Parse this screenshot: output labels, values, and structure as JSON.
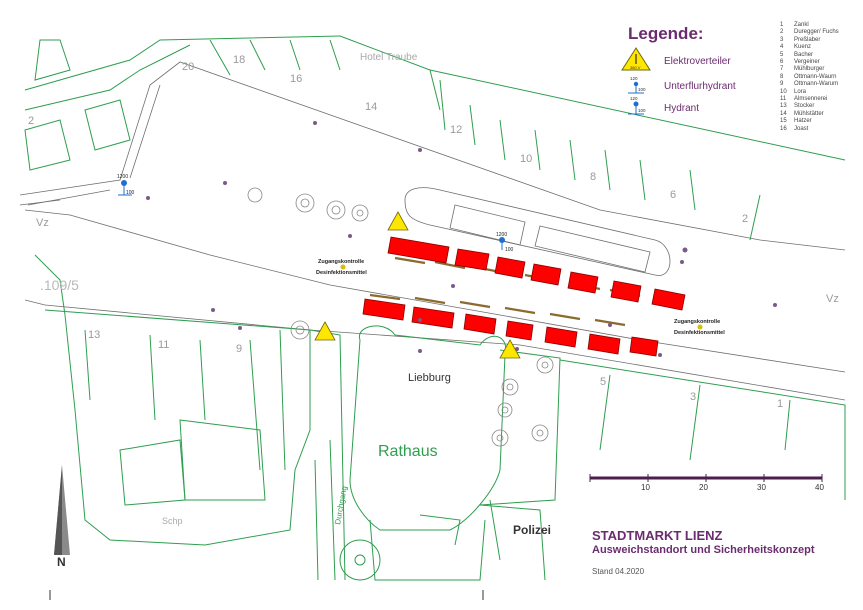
{
  "legend": {
    "title": "Legende:",
    "items": [
      {
        "label": "Elektroverteiler",
        "icon": "electric-distributor-icon",
        "symbol_text": "380 V"
      },
      {
        "label": "Unterflurhydrant",
        "icon": "underground-hydrant-icon",
        "top": "120",
        "bottom": "100"
      },
      {
        "label": "Hydrant",
        "icon": "hydrant-icon",
        "top": "120",
        "bottom": "100"
      }
    ]
  },
  "vendors": [
    {
      "num": "1",
      "name": "Zankl"
    },
    {
      "num": "2",
      "name": "Duregger/ Fuchs"
    },
    {
      "num": "3",
      "name": "Preßlaber"
    },
    {
      "num": "4",
      "name": "Kuenz"
    },
    {
      "num": "5",
      "name": "Bacher"
    },
    {
      "num": "6",
      "name": "Vergeiner"
    },
    {
      "num": "7",
      "name": "Mühlburger"
    },
    {
      "num": "8",
      "name": "Ottmann-Waurn"
    },
    {
      "num": "9",
      "name": "Ottmann-Warum"
    },
    {
      "num": "10",
      "name": "Lora"
    },
    {
      "num": "11",
      "name": "Almsennerei"
    },
    {
      "num": "13",
      "name": "Stocker"
    },
    {
      "num": "14",
      "name": "Mühlstätter"
    },
    {
      "num": "15",
      "name": "Hatzer"
    },
    {
      "num": "16",
      "name": "Joast"
    }
  ],
  "map": {
    "hotel": "Hotel Traube",
    "liebburg": "Liebburg",
    "rathaus": "Rathaus",
    "polizei": "Polizei",
    "durchgang": "Durchgang",
    "plot_label": ".109/5",
    "access_control": "Zugangskontrolle",
    "disinfectant": "Desinfektionsmittel",
    "hydrant_value": "1200",
    "hydrant_sub": "100",
    "plot_numbers": [
      "20",
      "18",
      "16",
      "14",
      "12",
      "10",
      "8",
      "6",
      "2",
      "13",
      "11",
      "9",
      "5",
      "3",
      "1",
      "2",
      "Vz",
      "Vz"
    ],
    "north": "N",
    "schp": "Schp"
  },
  "scale": {
    "ticks": [
      "10",
      "20",
      "30",
      "40"
    ]
  },
  "title": {
    "main": "STADTMARKT LIENZ",
    "sub": "Ausweichstandort und Sicherheitskonzept",
    "date": "Stand 04.2020"
  },
  "colors": {
    "stall": "#ff0000",
    "building_lines": "#2e9e4f",
    "title": "#6b2c6f",
    "electric": "#ffe600",
    "hydrant": "#1f6fd1"
  }
}
